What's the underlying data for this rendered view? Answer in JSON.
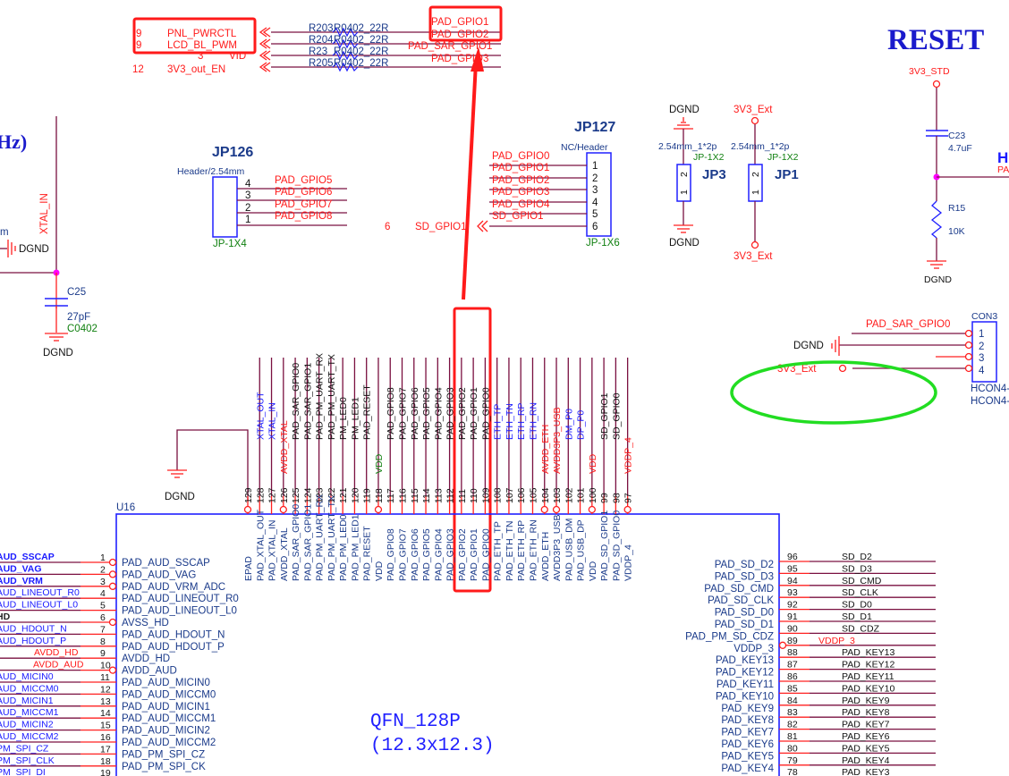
{
  "titles": {
    "reset": "RESET",
    "hz_fragment": "Hz)"
  },
  "top_nets": {
    "left_labels": [
      {
        "num": "9",
        "name": "PNL_PWRCTL"
      },
      {
        "num": "9",
        "name": "LCD_BL_PWM"
      },
      {
        "num": "3",
        "name": "VID"
      },
      {
        "num": "12",
        "name": "3V3_out_EN"
      }
    ],
    "resistors": [
      {
        "ref": "R203",
        "value": "R0402_22R"
      },
      {
        "ref": "R204",
        "value": "R0402_22R"
      },
      {
        "ref": "R23",
        "value": "R0402_22R"
      },
      {
        "ref": "R205",
        "value": "R0402_22R"
      }
    ],
    "right_labels": [
      "PAD_GPIO1",
      "PAD_GPIO2",
      "PAD_SAR_GPIO1",
      "PAD_GPIO3"
    ]
  },
  "crystal": {
    "net": "XTAL_IN",
    "m_fragment": "m",
    "gnd": "DGND",
    "cap_ref": "C25",
    "cap_value": "27pF",
    "cap_pkg": "C0402",
    "cap_gnd": "DGND"
  },
  "jp126": {
    "ref": "JP126",
    "desc": "Header/2.54mm",
    "footprint": "JP-1X4",
    "pins": [
      "4",
      "3",
      "2",
      "1"
    ],
    "nets": [
      "PAD_GPIO5",
      "PAD_GPIO6",
      "PAD_GPIO7",
      "PAD_GPIO8"
    ]
  },
  "jp127": {
    "ref": "JP127",
    "desc": "NC/Header",
    "footprint": "JP-1X6",
    "pins": [
      "1",
      "2",
      "3",
      "4",
      "5",
      "6"
    ],
    "nets": [
      "PAD_GPIO0",
      "PAD_GPIO1",
      "PAD_GPIO2",
      "PAD_GPIO3",
      "PAD_GPIO4",
      "SD_GPIO1"
    ],
    "offsheet": {
      "num": "6",
      "name": "SD_GPIO1"
    }
  },
  "jp3": {
    "ref": "JP3",
    "desc": "2.54mm_1*2p",
    "footprint": "JP-1X2",
    "top_net": "DGND",
    "bottom_net": "DGND",
    "pins": [
      "2",
      "1"
    ]
  },
  "jp1": {
    "ref": "JP1",
    "desc": "2.54mm_1*2p",
    "footprint": "JP-1X2",
    "top_net": "3V3_Ext",
    "bottom_net": "3V3_Ext",
    "pins": [
      "2",
      "1"
    ]
  },
  "reset": {
    "supply": "3V3_STD",
    "cap_ref": "C23",
    "cap_value": "4.7uF",
    "res_ref": "R15",
    "res_value": "10K",
    "gnd": "DGND",
    "right_h": "H",
    "right_pa": "PA"
  },
  "con3": {
    "ref": "CON3",
    "footprint1": "HCON4-",
    "footprint2": "HCON4-",
    "pins": [
      "1",
      "2",
      "3",
      "4"
    ],
    "net1": "PAD_SAR_GPIO0",
    "gnd": "DGND",
    "net4": "3V3_Ext"
  },
  "u16": {
    "ref": "U16",
    "package_line1": "QFN_128P",
    "package_line2": "(12.3x12.3)",
    "top_gnd": "DGND",
    "top_pins": [
      {
        "num": "129",
        "pin": "EPAD",
        "net": ""
      },
      {
        "num": "128",
        "pin": "PAD_XTAL_OUT",
        "net": "XTAL_OUT"
      },
      {
        "num": "127",
        "pin": "PAD_XTAL_IN",
        "net": "XTAL_IN"
      },
      {
        "num": "126",
        "pin": "AVDD_XTAL",
        "net": "AVDD_XTAL"
      },
      {
        "num": "125",
        "pin": "PAD_SAR_GPIO0",
        "net": "PAD_SAR_GPIO0"
      },
      {
        "num": "124",
        "pin": "PAD_SAR_GPIO1",
        "net": "PAD_SAR_GPIO1"
      },
      {
        "num": "123",
        "pin": "PAD_PM_UART_RX",
        "net": "PAD_PM_UART_RX"
      },
      {
        "num": "122",
        "pin": "PAD_PM_UART_TX",
        "net": "PAD_PM_UART_TX"
      },
      {
        "num": "121",
        "pin": "PAD_PM_LED0",
        "net": "PM_LED0"
      },
      {
        "num": "120",
        "pin": "PAD_PM_LED1",
        "net": "PM_LED1"
      },
      {
        "num": "119",
        "pin": "PAD_RESET",
        "net": "PAD_RESET"
      },
      {
        "num": "118",
        "pin": "VDD",
        "net": "VDD"
      },
      {
        "num": "117",
        "pin": "PAD_GPIO8",
        "net": "PAD_GPIO8"
      },
      {
        "num": "116",
        "pin": "PAD_GPIO7",
        "net": "PAD_GPIO7"
      },
      {
        "num": "115",
        "pin": "PAD_GPIO6",
        "net": "PAD_GPIO6"
      },
      {
        "num": "114",
        "pin": "PAD_GPIO5",
        "net": "PAD_GPIO5"
      },
      {
        "num": "113",
        "pin": "PAD_GPIO4",
        "net": "PAD_GPIO4"
      },
      {
        "num": "112",
        "pin": "PAD_GPIO3",
        "net": "PAD_GPIO3"
      },
      {
        "num": "111",
        "pin": "PAD_GPIO2",
        "net": "PAD_GPIO2"
      },
      {
        "num": "110",
        "pin": "PAD_GPIO1",
        "net": "PAD_GPIO1"
      },
      {
        "num": "109",
        "pin": "PAD_GPIO0",
        "net": "PAD_GPIO0"
      },
      {
        "num": "108",
        "pin": "PAD_ETH_TP",
        "net": "ETH_TP"
      },
      {
        "num": "107",
        "pin": "PAD_ETH_TN",
        "net": "ETH_TN"
      },
      {
        "num": "106",
        "pin": "PAD_ETH_RP",
        "net": "ETH_RP"
      },
      {
        "num": "105",
        "pin": "PAD_ETH_RN",
        "net": "ETH_RN"
      },
      {
        "num": "104",
        "pin": "AVDD_ETH",
        "net": "AVDD_ETH"
      },
      {
        "num": "103",
        "pin": "AVDD3P3_USB",
        "net": "AVDD3P3_USB"
      },
      {
        "num": "102",
        "pin": "PAD_USB_DM",
        "net": "DM_P0"
      },
      {
        "num": "101",
        "pin": "PAD_USB_DP",
        "net": "DP_P0"
      },
      {
        "num": "100",
        "pin": "VDD",
        "net": "VDD"
      },
      {
        "num": "99",
        "pin": "PAD_SD_GPIO1",
        "net": "SD_GPIO1"
      },
      {
        "num": "98",
        "pin": "PAD_SD_GPIO0",
        "net": "SD_GPIO0"
      },
      {
        "num": "97",
        "pin": "VDDP_4",
        "net": "VDDP_4"
      }
    ],
    "left_pins": [
      {
        "num": "1",
        "pin": "PAD_AUD_SSCAP",
        "net": "AUD_SSCAP"
      },
      {
        "num": "2",
        "pin": "PAD_AUD_VAG",
        "net": "AUD_VAG"
      },
      {
        "num": "3",
        "pin": "PAD_AUD_VRM_ADC",
        "net": "AUD_VRM"
      },
      {
        "num": "4",
        "pin": "PAD_AUD_LINEOUT_R0",
        "net": "AUD_LINEOUT_R0"
      },
      {
        "num": "5",
        "pin": "PAD_AUD_LINEOUT_L0",
        "net": "AUD_LINEOUT_L0"
      },
      {
        "num": "6",
        "pin": "AVSS_HD",
        "net": "HD"
      },
      {
        "num": "7",
        "pin": "PAD_AUD_HDOUT_N",
        "net": "AUD_HDOUT_N"
      },
      {
        "num": "8",
        "pin": "PAD_AUD_HDOUT_P",
        "net": "AUD_HDOUT_P"
      },
      {
        "num": "9",
        "pin": "AVDD_HD",
        "net": "AVDD_HD"
      },
      {
        "num": "10",
        "pin": "AVDD_AUD",
        "net": "AVDD_AUD"
      },
      {
        "num": "11",
        "pin": "PAD_AUD_MICIN0",
        "net": "AUD_MICIN0"
      },
      {
        "num": "12",
        "pin": "PAD_AUD_MICCM0",
        "net": "AUD_MICCM0"
      },
      {
        "num": "13",
        "pin": "PAD_AUD_MICIN1",
        "net": "AUD_MICIN1"
      },
      {
        "num": "14",
        "pin": "PAD_AUD_MICCM1",
        "net": "AUD_MICCM1"
      },
      {
        "num": "15",
        "pin": "PAD_AUD_MICIN2",
        "net": "AUD_MICIN2"
      },
      {
        "num": "16",
        "pin": "PAD_AUD_MICCM2",
        "net": "AUD_MICCM2"
      },
      {
        "num": "17",
        "pin": "PAD_PM_SPI_CZ",
        "net": "PM_SPI_CZ"
      },
      {
        "num": "18",
        "pin": "PAD_PM_SPI_CK",
        "net": "PM_SPI_CLK"
      },
      {
        "num": "19",
        "pin": "",
        "net": "PM_SPI_DI"
      }
    ],
    "right_pins": [
      {
        "num": "96",
        "pin": "PAD_SD_D2",
        "net": "SD_D2"
      },
      {
        "num": "95",
        "pin": "PAD_SD_D3",
        "net": "SD_D3"
      },
      {
        "num": "94",
        "pin": "PAD_SD_CMD",
        "net": "SD_CMD"
      },
      {
        "num": "93",
        "pin": "PAD_SD_CLK",
        "net": "SD_CLK"
      },
      {
        "num": "92",
        "pin": "PAD_SD_D0",
        "net": "SD_D0"
      },
      {
        "num": "91",
        "pin": "PAD_SD_D1",
        "net": "SD_D1"
      },
      {
        "num": "90",
        "pin": "PAD_PM_SD_CDZ",
        "net": "SD_CDZ"
      },
      {
        "num": "89",
        "pin": "VDDP_3",
        "net": "VDDP_3"
      },
      {
        "num": "88",
        "pin": "PAD_KEY13",
        "net": "PAD_KEY13"
      },
      {
        "num": "87",
        "pin": "PAD_KEY12",
        "net": "PAD_KEY12"
      },
      {
        "num": "86",
        "pin": "PAD_KEY11",
        "net": "PAD_KEY11"
      },
      {
        "num": "85",
        "pin": "PAD_KEY10",
        "net": "PAD_KEY10"
      },
      {
        "num": "84",
        "pin": "PAD_KEY9",
        "net": "PAD_KEY9"
      },
      {
        "num": "83",
        "pin": "PAD_KEY8",
        "net": "PAD_KEY8"
      },
      {
        "num": "82",
        "pin": "PAD_KEY7",
        "net": "PAD_KEY7"
      },
      {
        "num": "81",
        "pin": "PAD_KEY6",
        "net": "PAD_KEY6"
      },
      {
        "num": "80",
        "pin": "PAD_KEY5",
        "net": "PAD_KEY5"
      },
      {
        "num": "79",
        "pin": "PAD_KEY4",
        "net": "PAD_KEY4"
      },
      {
        "num": "78",
        "pin": "",
        "net": "PAD_KEY3"
      }
    ]
  },
  "annotations": {
    "highlight_color": "#ff1a1a",
    "ellipse_color": "#22dd22"
  }
}
